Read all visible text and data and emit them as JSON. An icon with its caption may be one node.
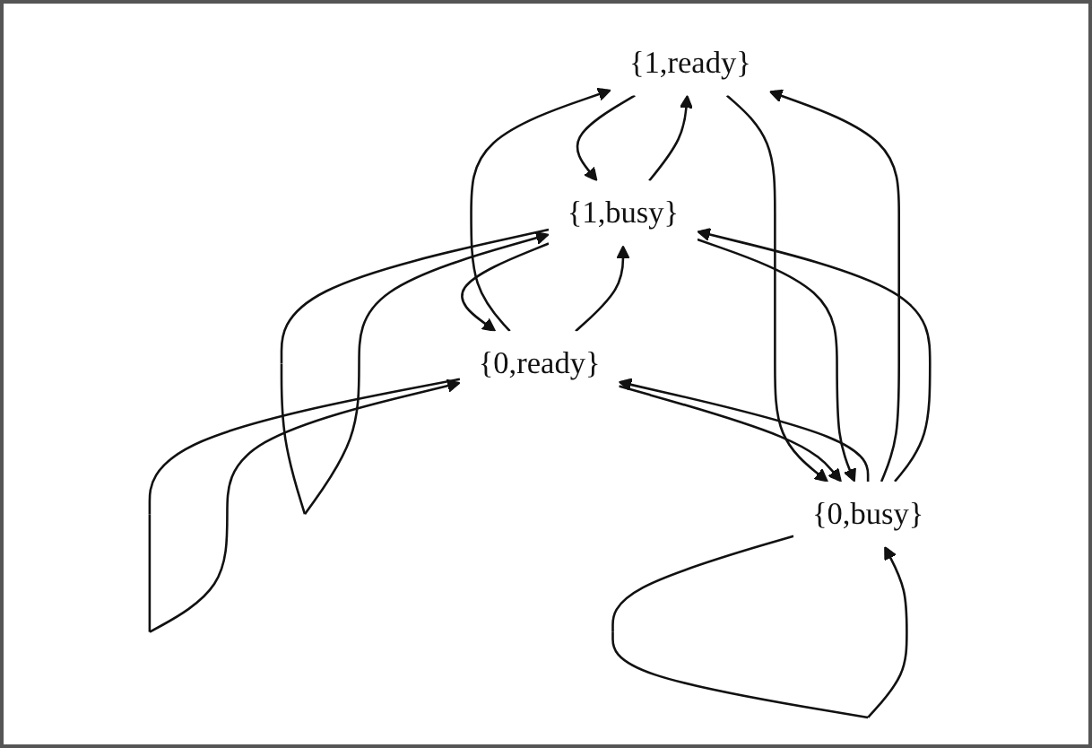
{
  "diagram": {
    "nodes": [
      {
        "text": [
          "{1,ready}"
        ]
      },
      {
        "text": [
          "{0,ready}"
        ]
      },
      {
        "text": [
          "{1,busy}"
        ]
      },
      {
        "text": [
          "{0,busy}"
        ]
      }
    ],
    "edges": [
      {
        "from": 0,
        "to": 2,
        "arrow": "to"
      },
      {
        "from": 0,
        "to": 3,
        "arrow": "to"
      },
      {
        "from": 1,
        "to": 1,
        "arrow": "to"
      },
      {
        "from": 1,
        "to": 0,
        "arrow": "to"
      },
      {
        "from": 1,
        "to": 3,
        "arrow": "to"
      },
      {
        "from": 1,
        "to": 2,
        "arrow": "to"
      },
      {
        "from": 2,
        "to": 1,
        "arrow": "to"
      },
      {
        "from": 2,
        "to": 0,
        "arrow": "to"
      },
      {
        "from": 2,
        "to": 3,
        "arrow": "to"
      },
      {
        "from": 2,
        "to": 2,
        "arrow": "to"
      },
      {
        "from": 3,
        "to": 1,
        "arrow": "to"
      },
      {
        "from": 3,
        "to": 0,
        "arrow": "to"
      },
      {
        "from": 3,
        "to": 2,
        "arrow": "to"
      },
      {
        "from": 3,
        "to": 3,
        "arrow": "to"
      }
    ]
  }
}
